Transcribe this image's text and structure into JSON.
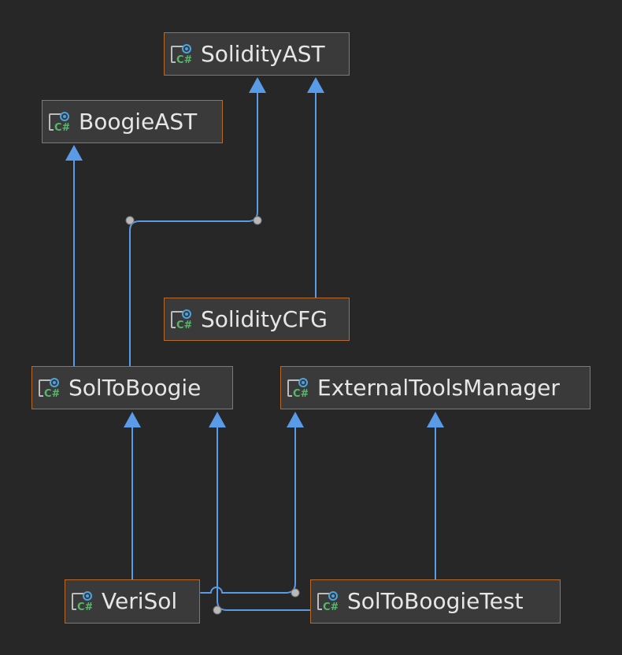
{
  "diagram": {
    "nodes": [
      {
        "id": "solidity-ast",
        "label": "SolidityAST",
        "icon": "csharp-class-icon"
      },
      {
        "id": "boogie-ast",
        "label": "BoogieAST",
        "icon": "csharp-class-icon"
      },
      {
        "id": "solidity-cfg",
        "label": "SolidityCFG",
        "icon": "csharp-class-icon"
      },
      {
        "id": "sol-to-boogie",
        "label": "SolToBoogie",
        "icon": "csharp-class-icon"
      },
      {
        "id": "external-tools-manager",
        "label": "ExternalToolsManager",
        "icon": "csharp-class-icon"
      },
      {
        "id": "veri-sol",
        "label": "VeriSol",
        "icon": "csharp-class-icon"
      },
      {
        "id": "sol-to-boogie-test",
        "label": "SolToBoogieTest",
        "icon": "csharp-class-icon"
      }
    ],
    "edges": [
      {
        "from": "SolidityCFG",
        "to": "SolidityAST"
      },
      {
        "from": "SolToBoogie",
        "to": "BoogieAST"
      },
      {
        "from": "SolToBoogie",
        "to": "SolidityAST"
      },
      {
        "from": "VeriSol",
        "to": "SolToBoogie"
      },
      {
        "from": "VeriSol",
        "to": "ExternalToolsManager"
      },
      {
        "from": "SolToBoogieTest",
        "to": "SolToBoogie"
      },
      {
        "from": "SolToBoogieTest",
        "to": "ExternalToolsManager"
      }
    ],
    "colors": {
      "background": "#272727",
      "node_fill": "#3a3a3a",
      "node_border": "#b86a2c",
      "edge": "#5a9be8",
      "label": "#e6e6e6",
      "icon_green": "#55b86a",
      "icon_blue": "#4aa3e0"
    }
  }
}
